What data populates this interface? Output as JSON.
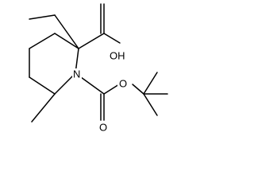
{
  "molecule": {
    "atoms": {
      "acid_hydroxyl": "OH",
      "ring_nitrogen": "N",
      "carbamate_oxygen": "O",
      "carbamate_carbonyl_oxygen": "O"
    }
  },
  "colors": {
    "background": "#ffffff",
    "bond": "#000000",
    "label": "#000000"
  }
}
